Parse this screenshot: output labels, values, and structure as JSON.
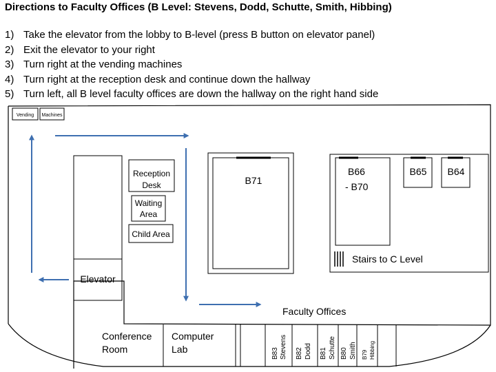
{
  "title": "Directions to Faculty Offices (B Level: Stevens, Dodd, Schutte, Smith, Hibbing)",
  "steps": [
    {
      "num": "1)",
      "text": "Take the elevator from the lobby to B-level (press B button on elevator panel)"
    },
    {
      "num": "2)",
      "text": "Exit the elevator to your right"
    },
    {
      "num": "3)",
      "text": "Turn right at the vending machines"
    },
    {
      "num": "4)",
      "text": "Turn right at the reception desk and continue down the hallway"
    },
    {
      "num": "5)",
      "text": "Turn left, all B level faculty offices are down the hallway on the right hand side"
    }
  ],
  "map": {
    "vending": "Vending",
    "machines": "Machines",
    "reception_1": "Reception",
    "reception_2": "Desk",
    "waiting_1": "Waiting",
    "waiting_2": "Area",
    "child_area": "Child Area",
    "elevator": "Elevator",
    "b71": "B71",
    "b66_1": "B66",
    "b66_2": "- B70",
    "b65": "B65",
    "b64": "B64",
    "stairs": "Stairs to C Level",
    "faculty_offices": "Faculty Offices",
    "conference_1": "Conference",
    "conference_2": "Room",
    "computer_1": "Computer",
    "computer_2": "Lab",
    "office_b83_num": "B83",
    "office_b83_name": "Stevens",
    "office_b82_num": "B82",
    "office_b82_name": "Dodd",
    "office_b81_num": "B81",
    "office_b81_name": "Schutte",
    "office_b80_num": "B80",
    "office_b80_name": "Smith",
    "office_b79_num": "B79",
    "office_b79_name": "Hibbing"
  },
  "colors": {
    "arrow": "#3e6fb0",
    "line": "#000000"
  }
}
